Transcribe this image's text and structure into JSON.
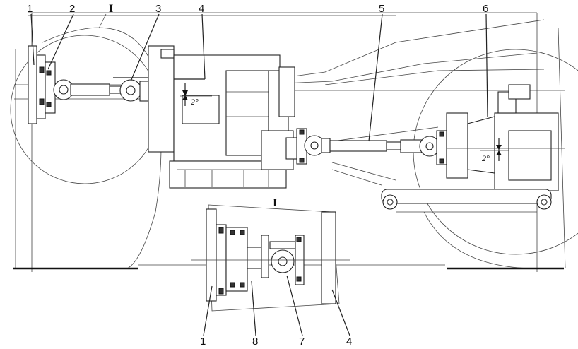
{
  "callouts": [
    {
      "id": "1",
      "text": "1"
    },
    {
      "id": "2",
      "text": "2"
    },
    {
      "id": "3",
      "text": "3"
    },
    {
      "id": "4",
      "text": "4"
    },
    {
      "id": "5",
      "text": "5"
    },
    {
      "id": "6",
      "text": "6"
    },
    {
      "id": "1b",
      "text": "1"
    },
    {
      "id": "8",
      "text": "8"
    },
    {
      "id": "7",
      "text": "7"
    },
    {
      "id": "4b",
      "text": "4"
    }
  ],
  "detail_marks": {
    "top": "I",
    "inset": "I"
  },
  "angles": {
    "left": "2°",
    "right": "2°"
  }
}
